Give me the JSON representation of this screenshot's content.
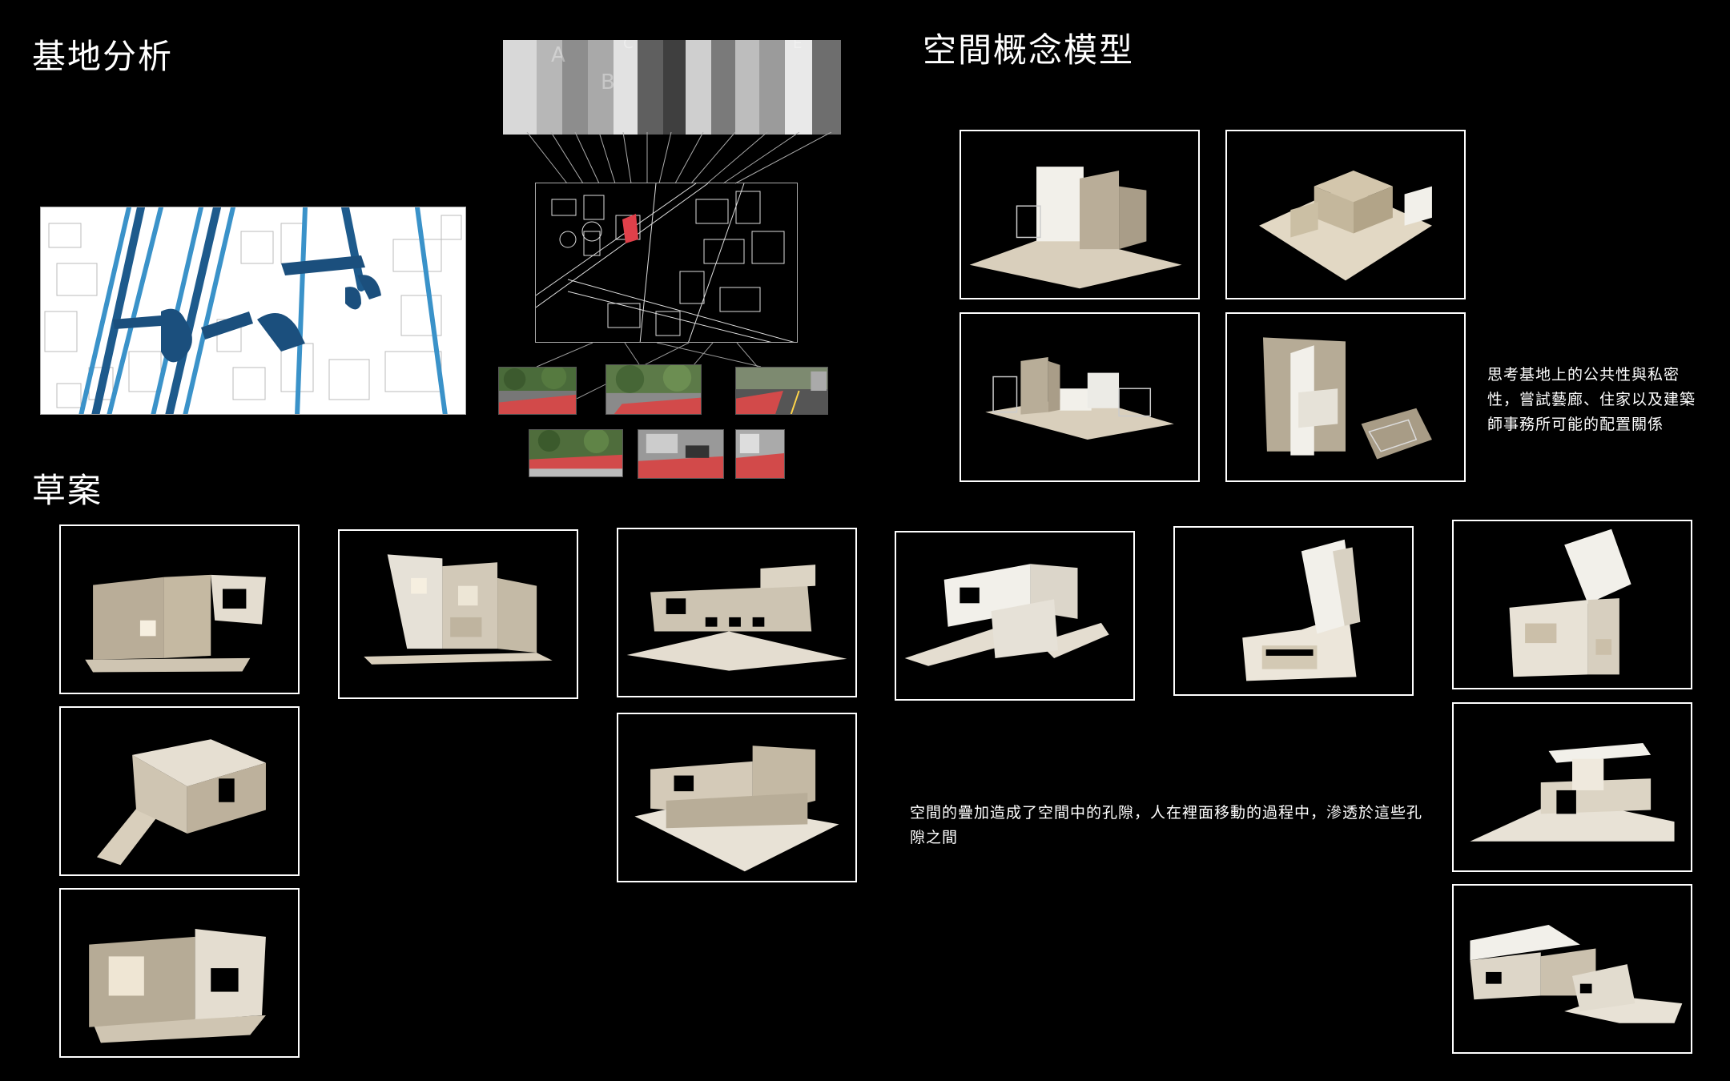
{
  "sections": {
    "site_analysis": "基地分析",
    "concept_models": "空間概念模型",
    "drafts": "草案"
  },
  "notes": {
    "concept": "思考基地上的公共性與私密性，嘗試藝廊、住家以及建築師事務所可能的配置關係",
    "drafts": "空間的疊加造成了空間中的孔隙，人在裡面移動的過程中，滲透於這些孔隙之間"
  },
  "zone_labels": [
    "A",
    "B",
    "C",
    "E"
  ],
  "colors": {
    "background": "#000000",
    "accent_red": "#e0404a",
    "map_blue": "#1f6fa8",
    "model_cardboard": "#c9bfae",
    "model_white": "#efece6"
  }
}
